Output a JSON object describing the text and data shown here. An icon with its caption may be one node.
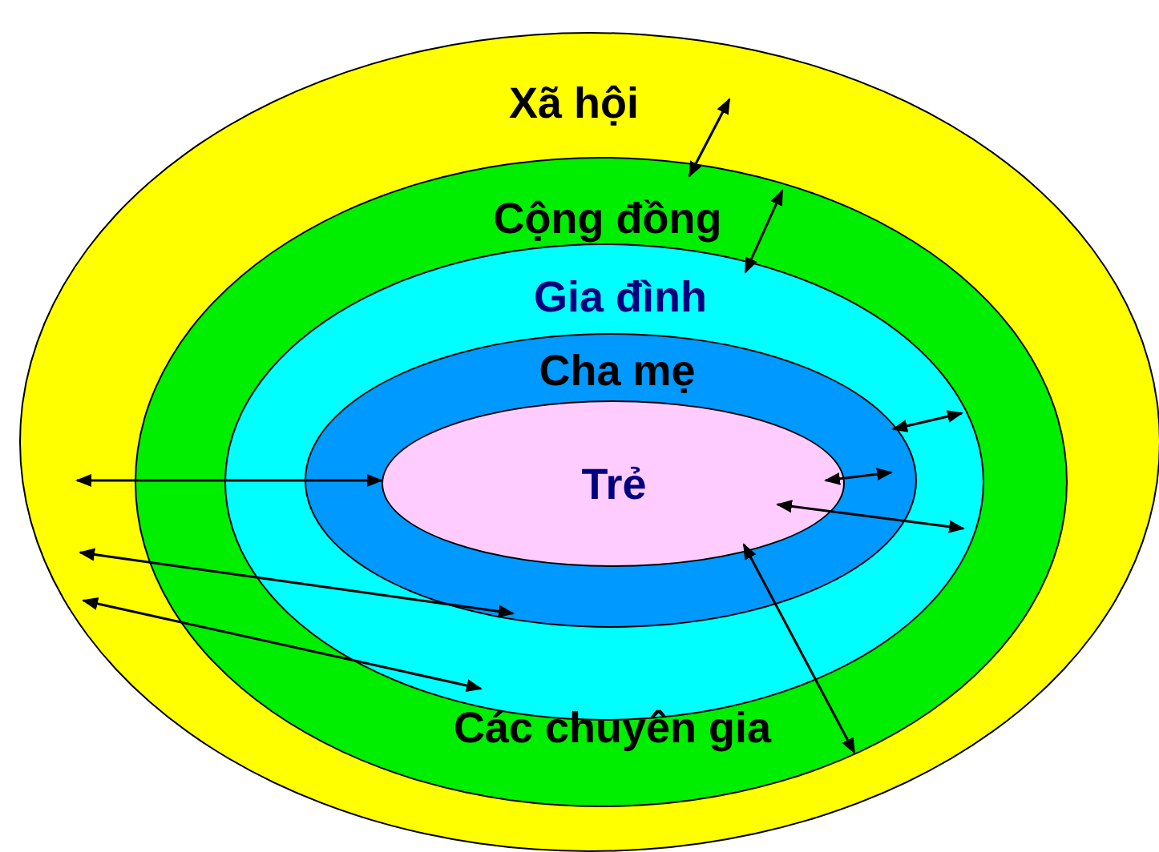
{
  "diagram": {
    "nodes": [
      {
        "text": [
          "Xã hội"
        ]
      },
      {
        "text": [
          "Cộng đồng",
          "Các chuyên gia"
        ],
        "in": 0
      },
      {
        "text": [
          "Gia đình"
        ],
        "in": 1
      },
      {
        "text": [
          "Cha mẹ"
        ],
        "in": 2
      },
      {
        "text": [
          "Trẻ"
        ],
        "in": 3
      }
    ],
    "edges": [
      {
        "from": 1,
        "to": 0,
        "arrow": "both"
      },
      {
        "from": 2,
        "to": 1,
        "arrow": "both"
      },
      {
        "from": 3,
        "to": 2,
        "arrow": "both"
      },
      {
        "from": 4,
        "to": 3,
        "arrow": "both"
      },
      {
        "from": 4,
        "to": 2,
        "arrow": "both"
      },
      {
        "from": 4,
        "to": 1,
        "arrow": "both"
      },
      {
        "from": 4,
        "to": 0,
        "arrow": "both"
      },
      {
        "from": 3,
        "to": 0,
        "arrow": "both"
      },
      {
        "from": 2,
        "to": 0,
        "arrow": "both"
      }
    ]
  }
}
